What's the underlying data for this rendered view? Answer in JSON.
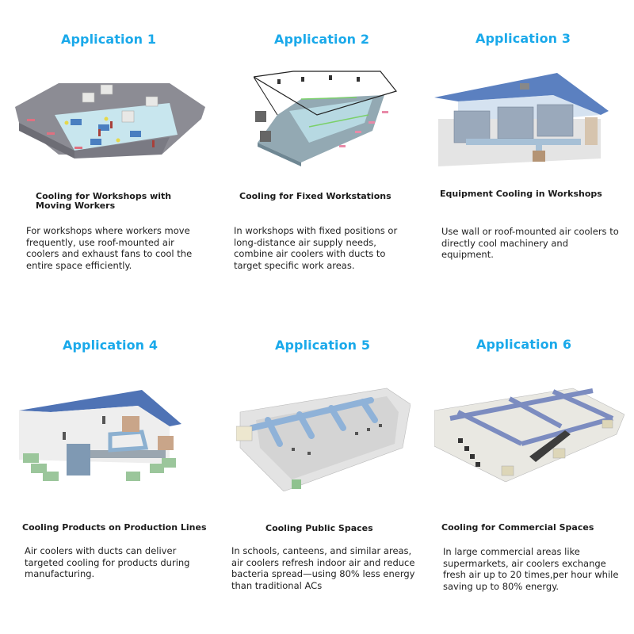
{
  "applications": [
    {
      "heading": "Application 1",
      "subtitle": "Cooling for Workshops with Moving Workers",
      "description": "For workshops where workers move frequently, use roof-mounted air coolers and exhaust fans to cool the entire space efficiently.",
      "illustration": "workshop-roof-coolers-illustration"
    },
    {
      "heading": "Application 2",
      "subtitle": "Cooling for Fixed Workstations",
      "description": "In workshops with fixed positions or long-distance air supply needs, combine air coolers with ducts to target specific work areas.",
      "illustration": "fixed-workstation-duct-illustration"
    },
    {
      "heading": "Application 3",
      "subtitle": "Equipment Cooling in Workshops",
      "description": "Use wall or roof-mounted air coolers to directly cool machinery and equipment.",
      "illustration": "equipment-cooling-illustration"
    },
    {
      "heading": "Application 4",
      "subtitle": "Cooling Products on Production Lines",
      "description": "Air coolers with ducts can deliver targeted cooling for products during manufacturing.",
      "illustration": "production-line-illustration"
    },
    {
      "heading": "Application 5",
      "subtitle": "Cooling Public Spaces",
      "description": "In schools, canteens, and similar areas, air coolers refresh indoor air and reduce bacteria spread—using 80% less energy than traditional ACs",
      "illustration": "public-space-illustration"
    },
    {
      "heading": "Application 6",
      "subtitle": "Cooling for Commercial Spaces",
      "description": "In large commercial areas like supermarkets, air coolers exchange fresh air up to 20 times,per hour while saving up to 80% energy.",
      "illustration": "commercial-space-illustration"
    }
  ],
  "colors": {
    "heading": "#1aa9ea",
    "text": "#222222",
    "background": "#ffffff"
  }
}
